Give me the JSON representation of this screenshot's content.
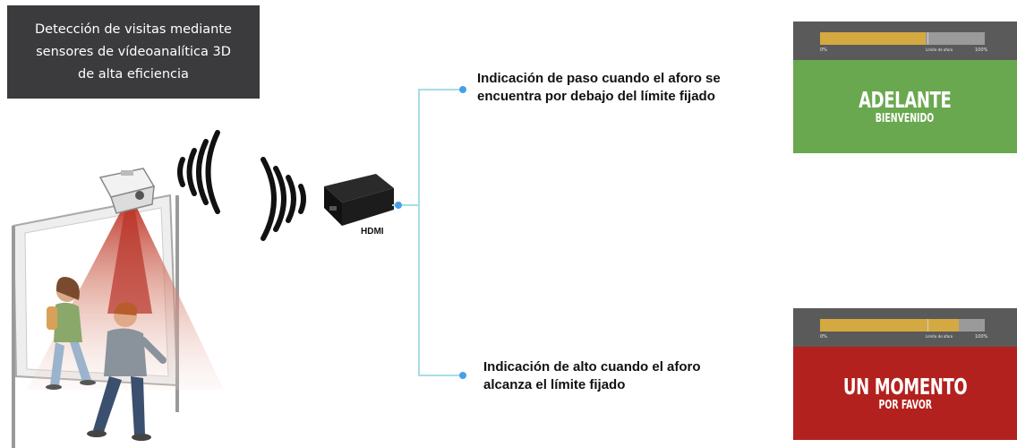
{
  "title": {
    "lines": [
      "Detección de visitas mediante",
      "sensores de vídeoanalítica 3D",
      "de alta eficiencia"
    ]
  },
  "device": {
    "label": "HDMI"
  },
  "annotations": {
    "go": {
      "lines": [
        "Indicación de paso cuando el aforo se",
        "encuentra por debajo del límite fijado"
      ]
    },
    "stop": {
      "lines": [
        "Indicación de alto cuando el aforo",
        "alcanza el límite fijado"
      ]
    }
  },
  "screens": {
    "go": {
      "main_text": "ADELANTE",
      "sub_text": "BIENVENIDO",
      "color": "#6aa84f",
      "bar_min": "0%",
      "bar_mid": "Límite de aforo",
      "bar_max": "100%",
      "occupancy_fraction": 0.64
    },
    "stop": {
      "main_text": "UN MOMENTO",
      "sub_text": "POR FAVOR",
      "color": "#b3211e",
      "bar_min": "0%",
      "bar_mid": "Límite de aforo",
      "bar_max": "100%",
      "occupancy_fraction": 0.84
    }
  },
  "icons": [
    "3d-sensor-icon",
    "wireless-signal-icon",
    "media-player-icon",
    "door-icon",
    "person-icon"
  ]
}
